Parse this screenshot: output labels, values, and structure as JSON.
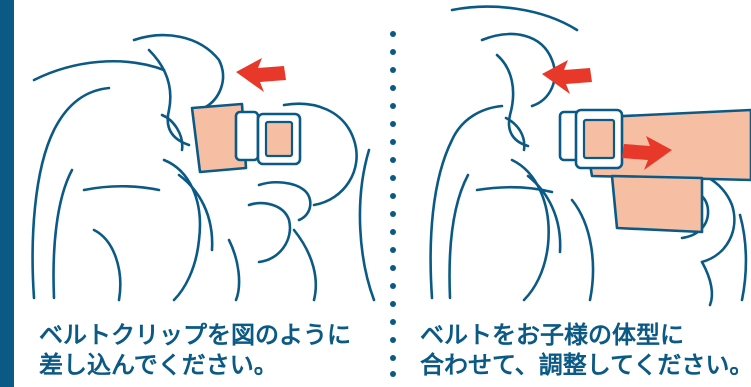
{
  "colors": {
    "accent": "#0b5a86",
    "belt": "#f6bea3",
    "arrow": "#e8382a",
    "line": "#0b5a86"
  },
  "steps": [
    {
      "caption_line1": "ベルトクリップを図のように",
      "caption_line2": "差し込んでください。"
    },
    {
      "caption_line1": "ベルトをお子様の体型に",
      "caption_line2": "合わせて、調整してください。"
    }
  ]
}
